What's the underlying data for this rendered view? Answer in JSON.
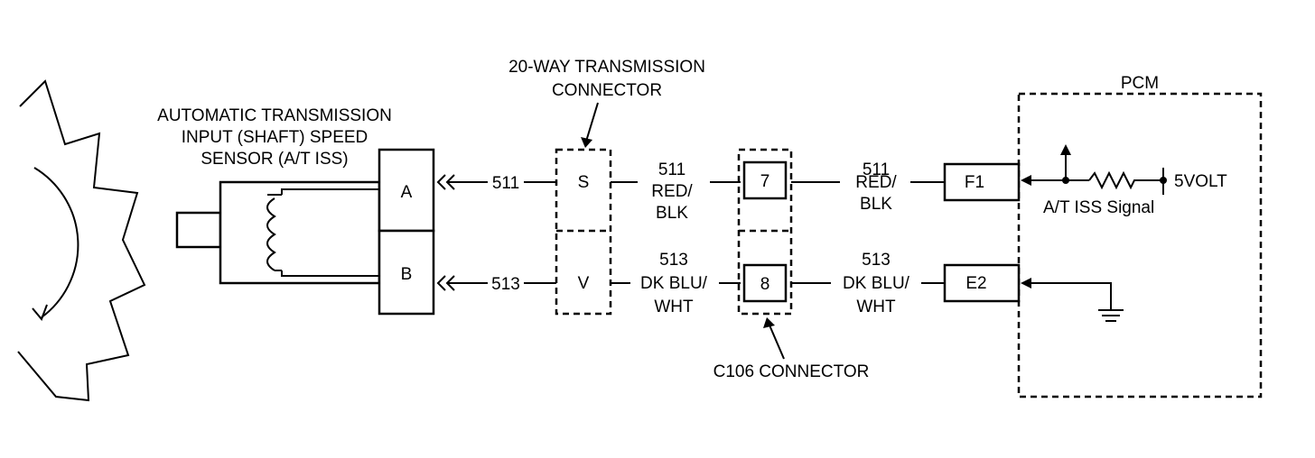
{
  "sensor": {
    "label_line1": "AUTOMATIC TRANSMISSION",
    "label_line2": "INPUT (SHAFT) SPEED",
    "label_line3": "SENSOR (A/T ISS)",
    "pin_a": "A",
    "pin_b": "B"
  },
  "trans_connector": {
    "label_line1": "20-WAY TRANSMISSION",
    "label_line2": "CONNECTOR",
    "pin_s": "S",
    "pin_v": "V"
  },
  "c106": {
    "label": "C106 CONNECTOR",
    "pin_7": "7",
    "pin_8": "8"
  },
  "pcm": {
    "label": "PCM",
    "pin_f1": "F1",
    "pin_e2": "E2",
    "signal_label": "A/T ISS Signal",
    "volt_label": "5VOLT"
  },
  "wires": {
    "w511_circuit": "511",
    "w511_color_1": "RED/",
    "w511_color_2": "BLK",
    "w513_circuit": "513",
    "w513_color_1": "DK BLU/",
    "w513_color_2": "WHT"
  }
}
